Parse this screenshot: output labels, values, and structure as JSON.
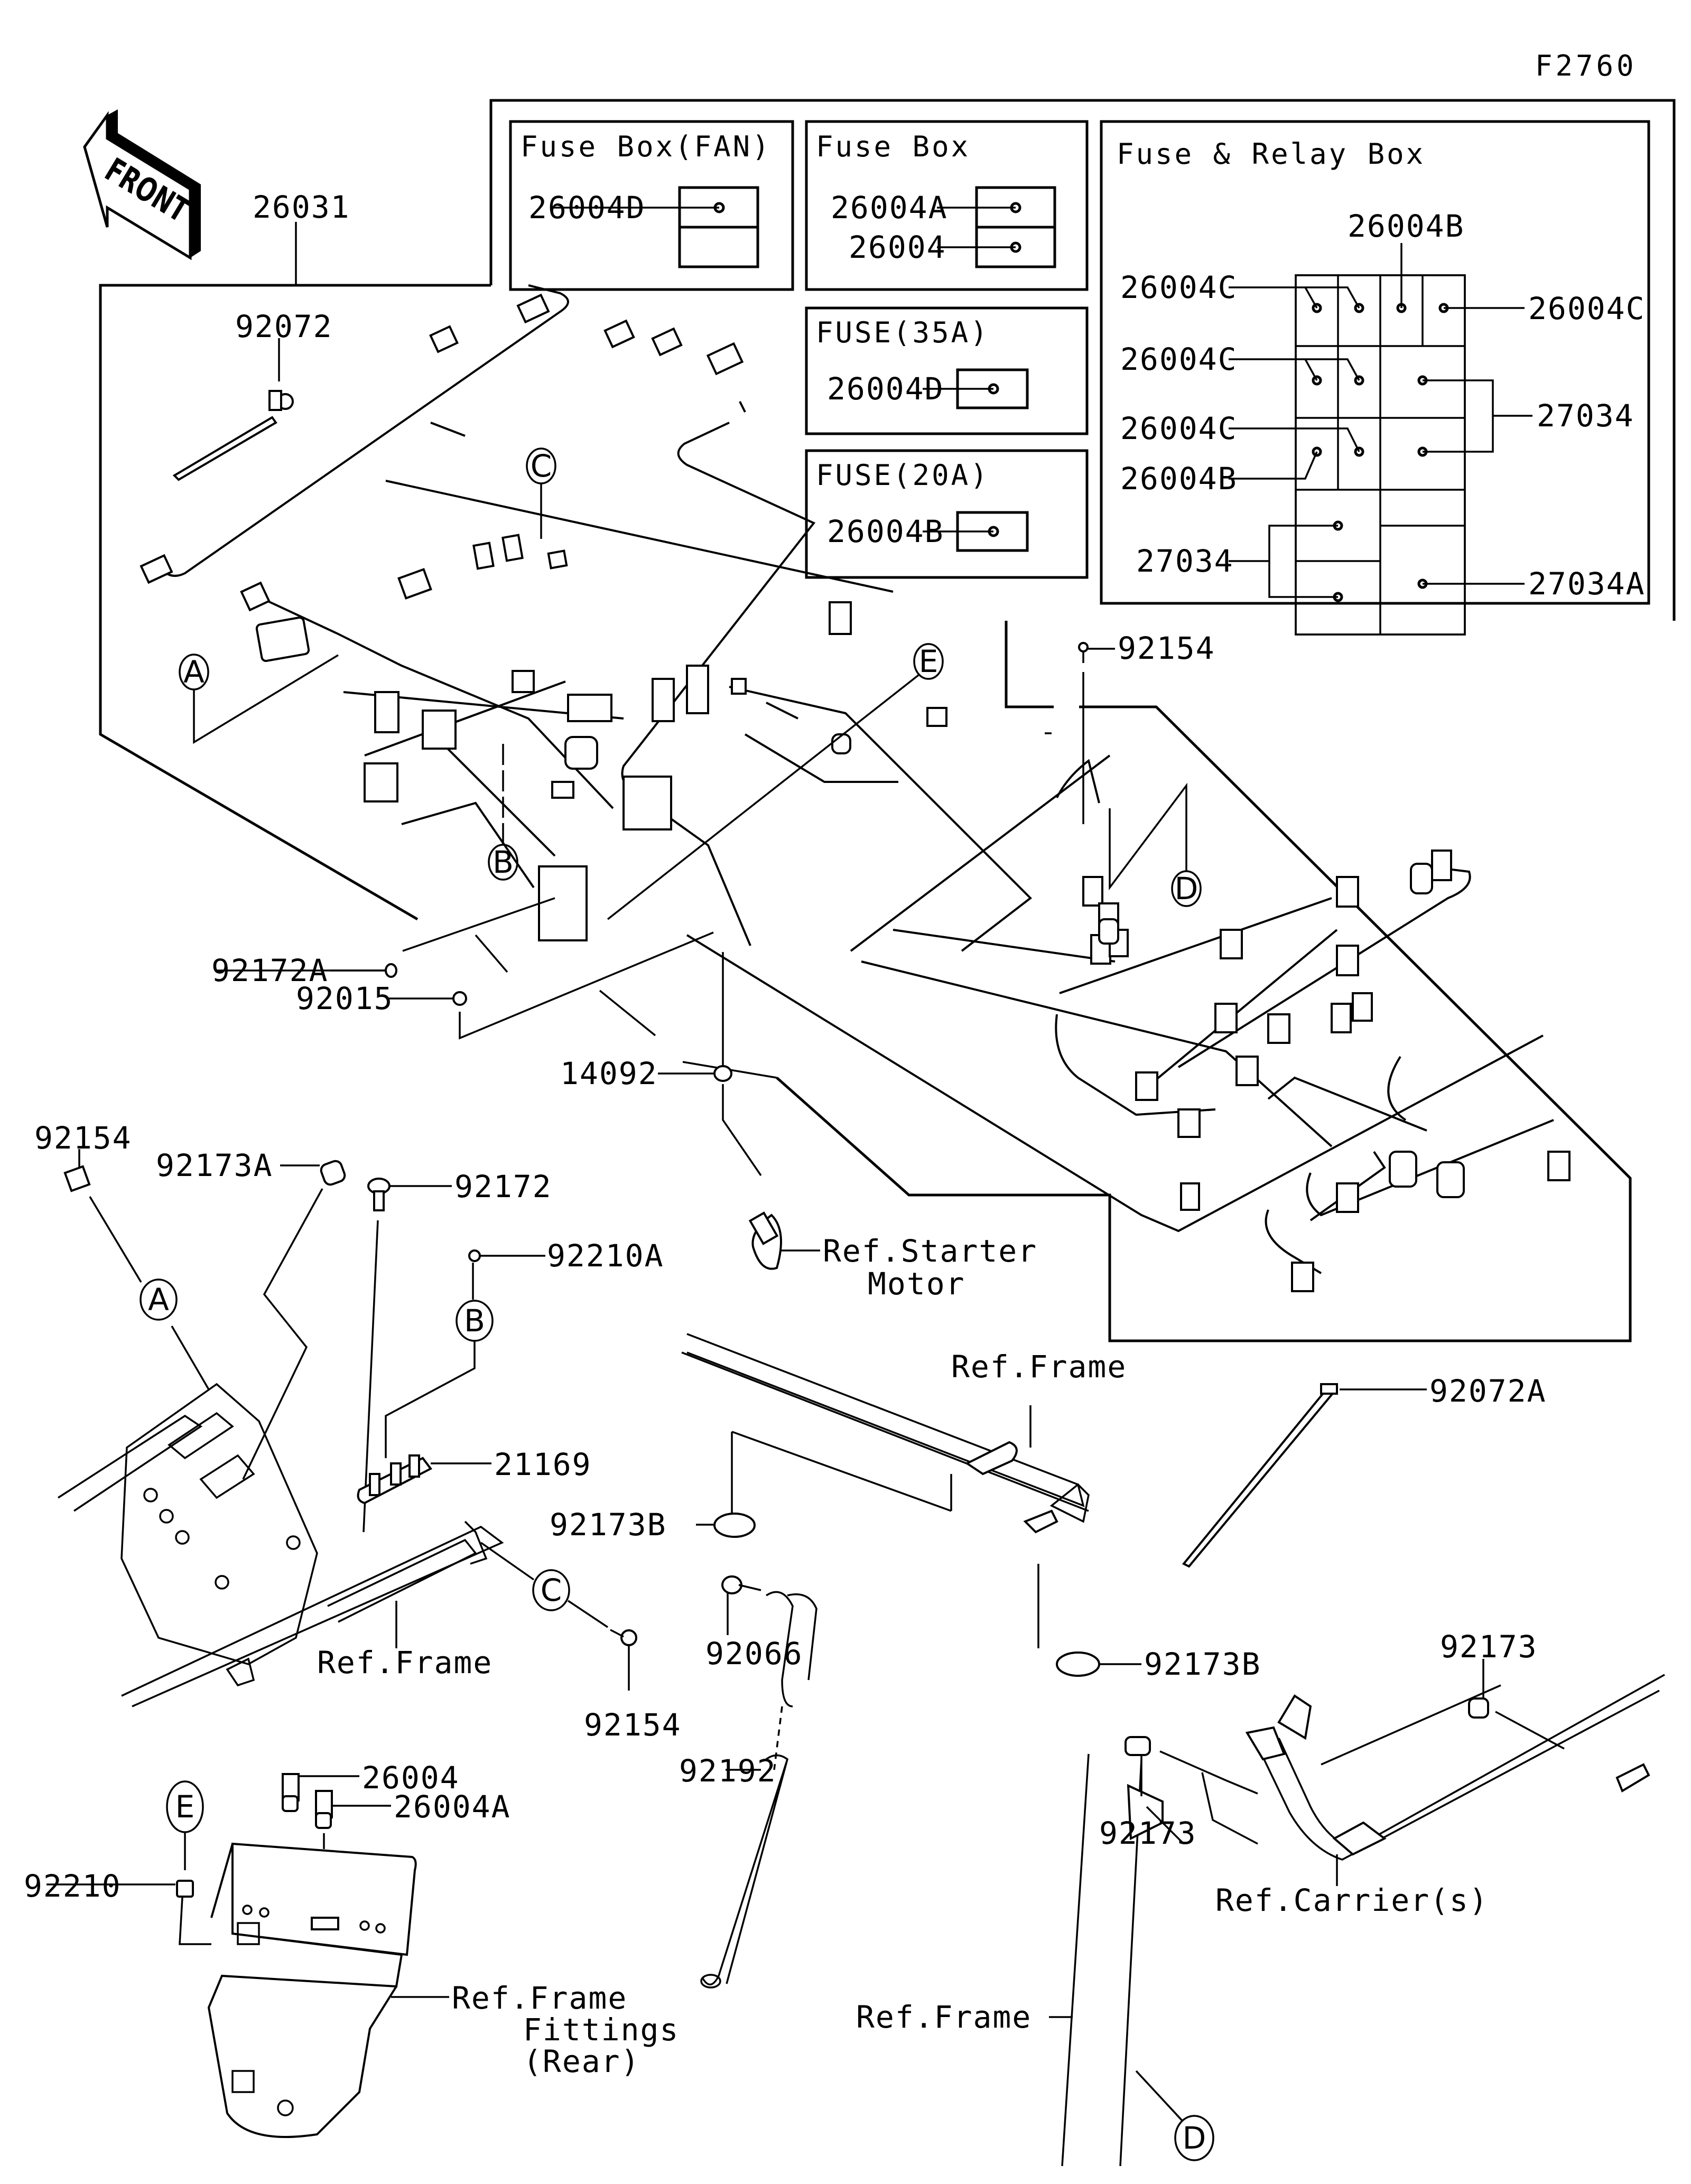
{
  "figure_code": "F2760",
  "orientation_indicator": {
    "label": "FRONT",
    "icon": "front-arrow-icon"
  },
  "main_assembly": {
    "part_no": "26031",
    "tie_part_no": "92072"
  },
  "fuse_boxes": {
    "fan": {
      "title": "Fuse Box(FAN)",
      "slots": [
        {
          "part_no": "26004D",
          "filled": true
        },
        {
          "part_no": "",
          "filled": false
        }
      ]
    },
    "main": {
      "title": "Fuse Box",
      "slots": [
        {
          "part_no": "26004A",
          "filled": true
        },
        {
          "part_no": "26004",
          "filled": true
        }
      ]
    },
    "fuse35": {
      "title": "FUSE(35A)",
      "part_no": "26004D"
    },
    "fuse20": {
      "title": "FUSE(20A)",
      "part_no": "26004B"
    },
    "relay": {
      "title": "Fuse & Relay Box",
      "labels": {
        "top": "26004B",
        "row1_left": "26004C",
        "row1_right": "26004C",
        "row2_left": "26004C",
        "row3_left": "26004C",
        "row3b_left": "26004B",
        "relay_right": "27034",
        "relay_left": "27034",
        "relay_main": "27034A"
      }
    }
  },
  "callouts": {
    "A": "A",
    "B": "B",
    "C": "C",
    "D": "D",
    "E": "E"
  },
  "parts": {
    "p92154_top": "92154",
    "p92172A": "92172A",
    "p92015": "92015",
    "p14092": "14092",
    "starter_ref_line1": "Ref.Starter",
    "starter_ref_line2": "Motor",
    "p92154_left": "92154",
    "p92173A": "92173A",
    "p92172": "92172",
    "p92210A": "92210A",
    "p21169": "21169",
    "frame_ref_left": "Ref.Frame",
    "p92154_bottom": "92154",
    "frame_ref_mid": "Ref.Frame",
    "p92072A": "92072A",
    "p92173B_left": "92173B",
    "p92173B_right": "92173B",
    "p92066": "92066",
    "p92192": "92192",
    "p92173_right": "92173",
    "p92173_left": "92173",
    "carrier_ref": "Ref.Carrier(s)",
    "frame_ref_bottom": "Ref.Frame",
    "p26004": "26004",
    "p26004A": "26004A",
    "p92210": "92210",
    "fittings_ref_line1": "Ref.Frame",
    "fittings_ref_line2": "Fittings",
    "fittings_ref_line3": "(Rear)"
  }
}
